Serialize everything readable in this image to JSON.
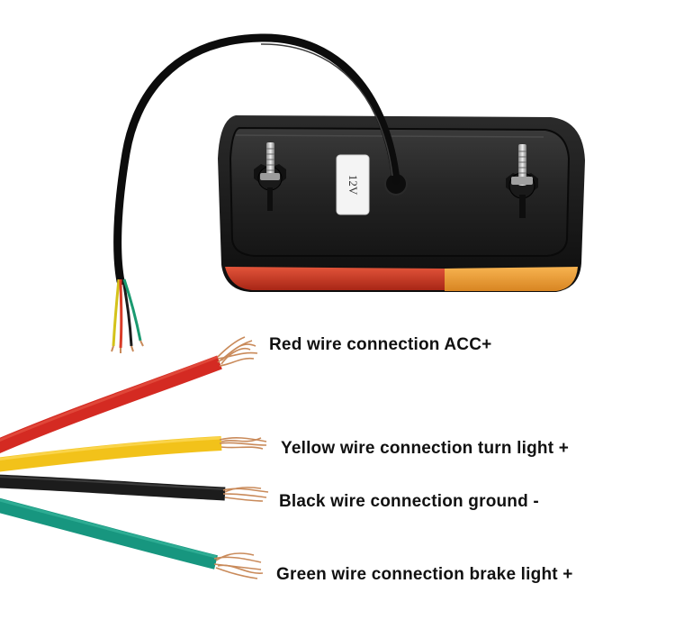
{
  "light": {
    "voltage_sticker": "12V",
    "lens_colors": {
      "red": "#c8341f",
      "amber": "#f0a03a"
    }
  },
  "wires": [
    {
      "id": "red",
      "color": "#d42a22",
      "label": "Red wire connection ACC+"
    },
    {
      "id": "yellow",
      "color": "#f2c21a",
      "label": "Yellow wire connection turn light +"
    },
    {
      "id": "black",
      "color": "#1c1c1c",
      "label": "Black wire connection ground -"
    },
    {
      "id": "green",
      "color": "#17967f",
      "label": "Green wire connection brake light +"
    }
  ],
  "copper_color": "#c98a5a"
}
